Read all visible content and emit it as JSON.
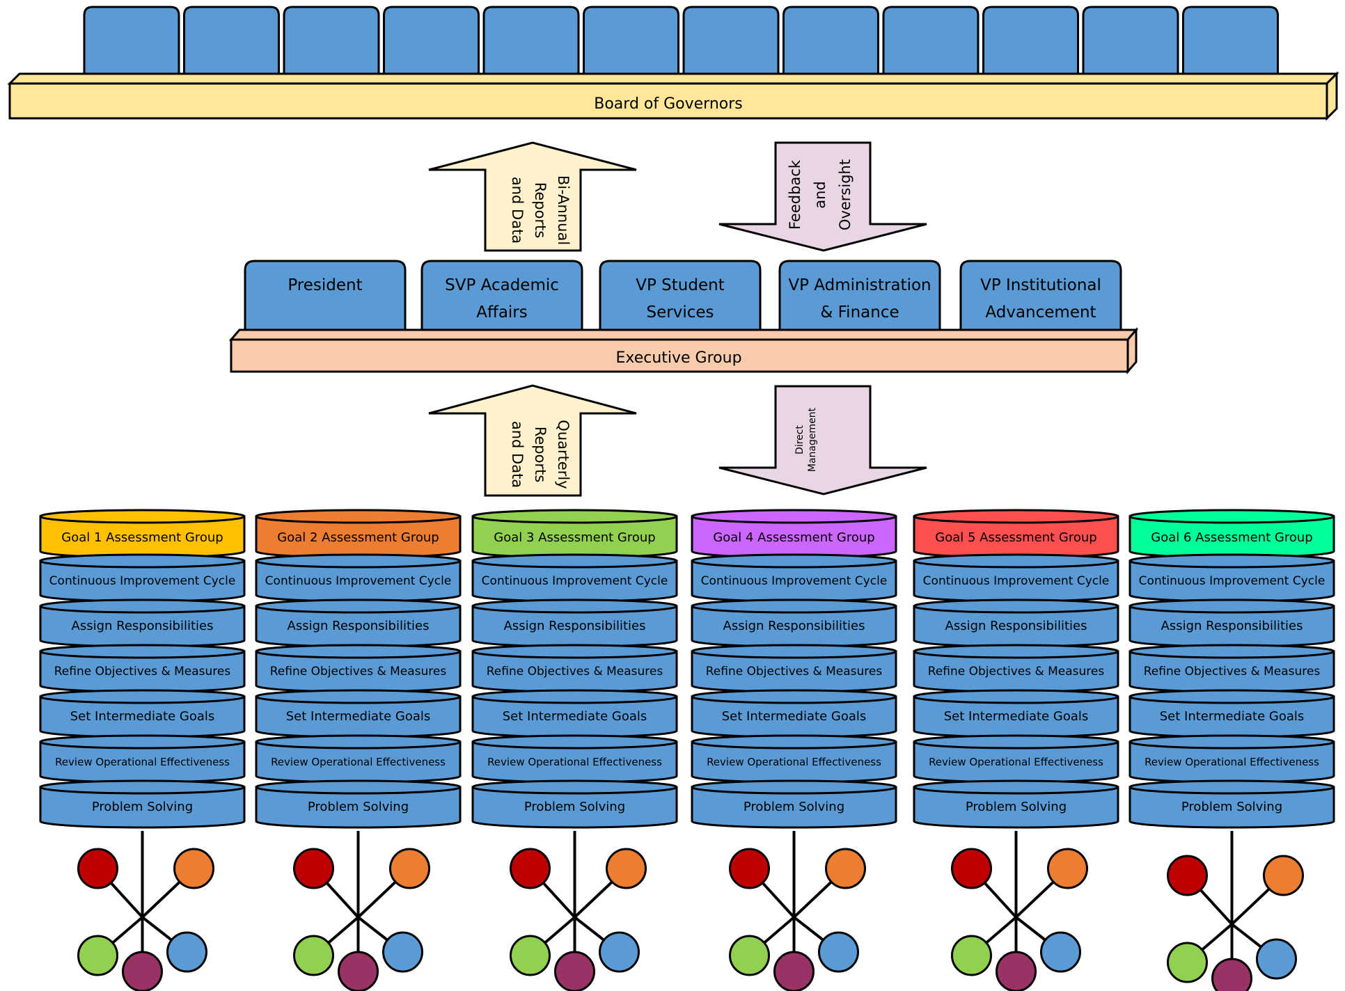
{
  "colors": {
    "seat_fill": "#5b9bd5",
    "board_fill": "#ffe699",
    "exec_fill": "#f8cbad",
    "arrow_up_fill": "#fff2cc",
    "arrow_down_fill": "#e8d6e4",
    "cylinder_fill": "#5b9bd5",
    "outline": "#000000",
    "node_red": "#c00000",
    "node_orange": "#ed7d31",
    "node_green": "#92d050",
    "node_purple": "#993366",
    "node_blue": "#5b9bd5"
  },
  "board": {
    "label": "Board of Governors",
    "seat_count": 12
  },
  "executive": {
    "label": "Executive Group",
    "members": [
      {
        "line1": "President",
        "line2": ""
      },
      {
        "line1": "SVP Academic",
        "line2": "Affairs"
      },
      {
        "line1": "VP Student",
        "line2": "Services"
      },
      {
        "line1": "VP Administration",
        "line2": "& Finance"
      },
      {
        "line1": "VP Institutional",
        "line2": "Advancement"
      }
    ]
  },
  "arrows": {
    "up_top": [
      "Bi-Annual",
      "Reports",
      "and Data"
    ],
    "down_top": [
      "Feedback",
      "and",
      "Oversight"
    ],
    "up_bottom": [
      "Quarterly",
      "Reports",
      "and Data"
    ],
    "down_bottom": [
      "Direct",
      "Management"
    ]
  },
  "goal_groups": [
    {
      "label": "Goal 1 Assessment Group",
      "color": "#ffc000"
    },
    {
      "label": "Goal 2 Assessment Group",
      "color": "#ed7d31"
    },
    {
      "label": "Goal 3 Assessment Group",
      "color": "#92d050"
    },
    {
      "label": "Goal 4 Assessment Group",
      "color": "#cc66ff"
    },
    {
      "label": "Goal 5 Assessment Group",
      "color": "#ff5050"
    },
    {
      "label": "Goal 6 Assessment Group",
      "color": "#00ff99"
    }
  ],
  "layers": [
    "Continuous Improvement Cycle",
    "Assign Responsibilities",
    "Refine Objectives & Measures",
    "Set Intermediate Goals",
    "Review Operational Effectiveness",
    "Problem Solving"
  ]
}
